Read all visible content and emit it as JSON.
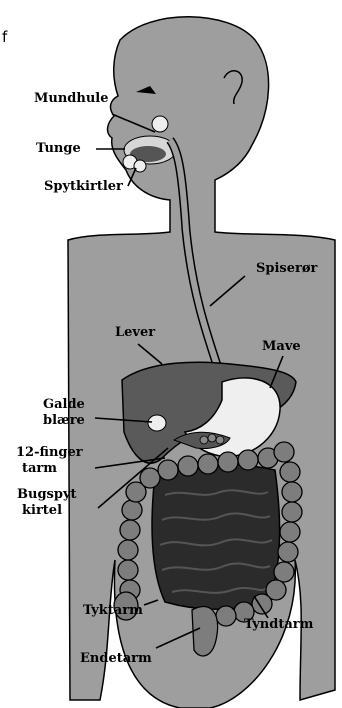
{
  "corner_text": "f",
  "labels": {
    "mundhule": "Mundhule",
    "tunge": "Tunge",
    "spytkirtler": "Spytkirtler",
    "spiseroer": "Spiserør",
    "lever": "Lever",
    "mave": "Mave",
    "galde_l1": "Galde",
    "galde_l2": "blære",
    "finger_l1": "12-finger",
    "finger_l2": "tarm",
    "bugspyt_l1": "Bugspyt",
    "bugspyt_l2": "kirtel",
    "tyktarm": "Tyktarm",
    "endetarm": "Endetarm",
    "tyndtarm": "Tyndtarm"
  },
  "colors": {
    "body": "#9e9e9e",
    "liver": "#5a5a5a",
    "stomach": "#efefef",
    "intestine": "#2b2b2b",
    "colon": "#7d7d7d",
    "outline": "#000000"
  }
}
